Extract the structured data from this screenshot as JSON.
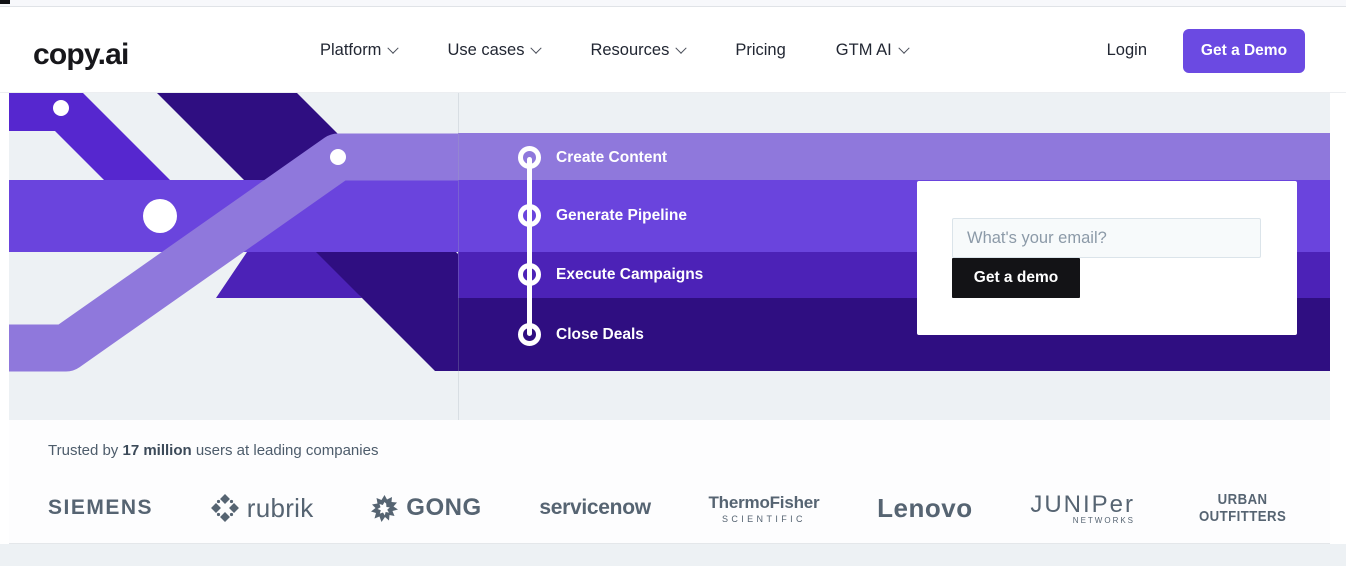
{
  "nav": {
    "logo": "copy.ai",
    "items": [
      {
        "label": "Platform"
      },
      {
        "label": "Use cases"
      },
      {
        "label": "Resources"
      },
      {
        "label": "Pricing"
      },
      {
        "label": "GTM AI"
      }
    ],
    "login": "Login",
    "cta": "Get a Demo"
  },
  "hero": {
    "steps": [
      "Create Content",
      "Generate Pipeline",
      "Execute Campaigns",
      "Close Deals"
    ],
    "form": {
      "email_placeholder": "What's your email?",
      "submit": "Get a demo"
    },
    "colors": {
      "band1": "#8f78dc",
      "band2": "#6a44dd",
      "band3": "#4c22b7",
      "band4": "#2f0e81",
      "ribbon": "#5627cf",
      "accent": "#6b4ae2",
      "button_dark": "#131316"
    }
  },
  "trusted": {
    "prefix": "Trusted by ",
    "bold": "17 million",
    "suffix": " users at leading companies",
    "logos": [
      {
        "name": "siemens",
        "text": "SIEMENS"
      },
      {
        "name": "rubrik",
        "text": "rubrik"
      },
      {
        "name": "gong",
        "text": "GONG"
      },
      {
        "name": "servicenow",
        "text": "servicenow"
      },
      {
        "name": "thermo-fisher",
        "line1": "ThermoFisher",
        "line2": "SCIENTIFIC"
      },
      {
        "name": "lenovo",
        "text": "Lenovo"
      },
      {
        "name": "juniper",
        "line1": "JUNIPer",
        "line2": "NETWORKS"
      },
      {
        "name": "urban-outfitters",
        "line1": "URBAN",
        "line2": "OUTFITTERS"
      }
    ]
  }
}
